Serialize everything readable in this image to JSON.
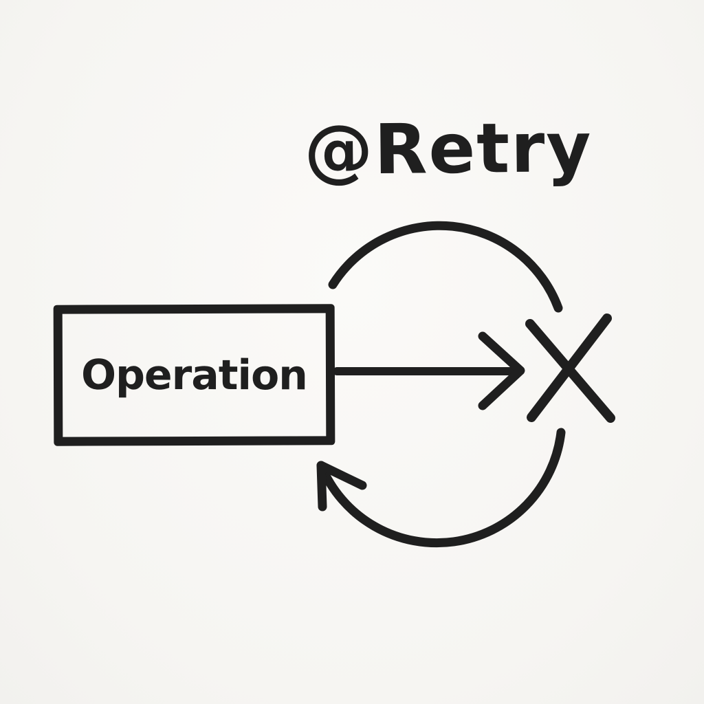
{
  "colors": {
    "ink": "#1f1f1f",
    "background": "#f7f6f3"
  },
  "diagram": {
    "retry_label": "@Retry",
    "operation_label": "Operation",
    "icons": {
      "retry_loop": "clockwise-retry-loop-arrow-icon",
      "flow_arrow": "arrow-right-icon",
      "failure_marker": "failure-x-icon"
    },
    "loop_direction": "clockwise"
  }
}
